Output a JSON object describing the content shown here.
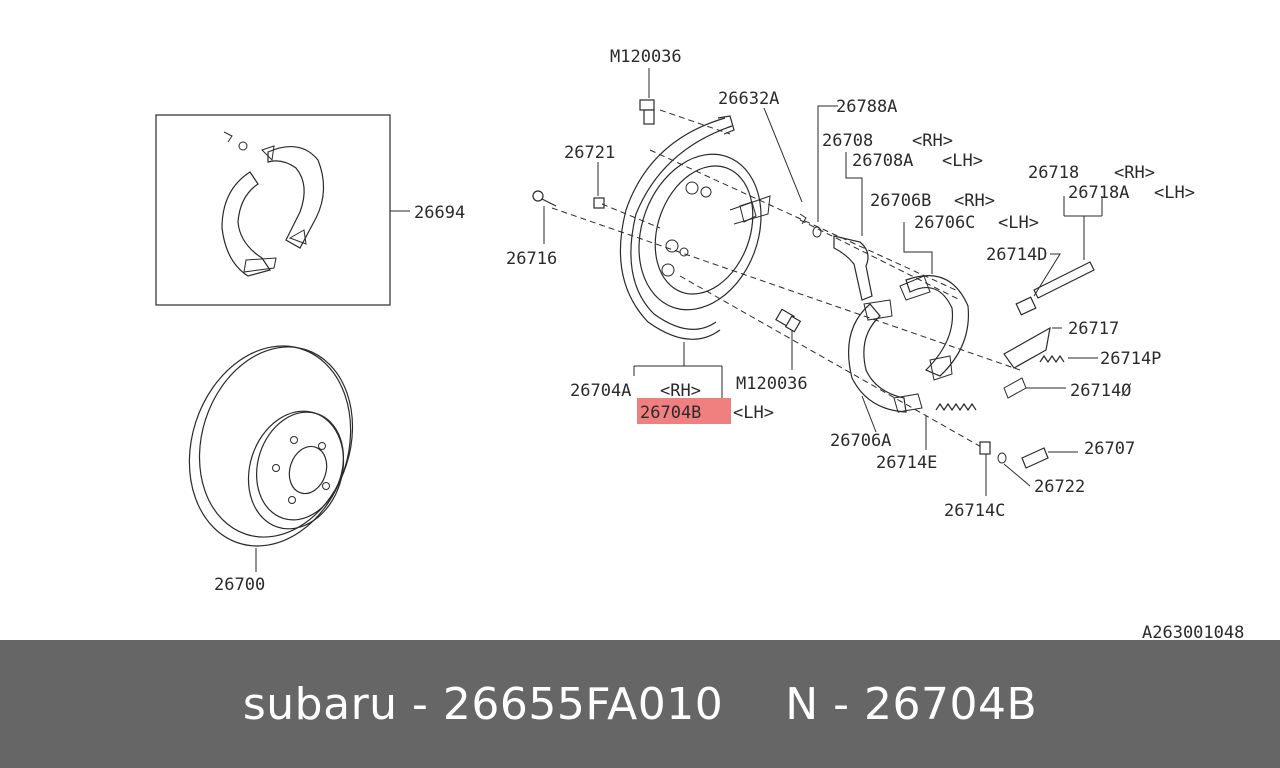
{
  "labels": {
    "m120036_top": "M120036",
    "p26632a": "26632A",
    "p26788a": "26788A",
    "p26708": "26708",
    "rh1": "<RH>",
    "p26708a": "26708A",
    "lh1": "<LH>",
    "p26721": "26721",
    "p26694": "26694",
    "p26716": "26716",
    "p26706b": "26706B",
    "rh2": "<RH>",
    "p26706c": "26706C",
    "lh2": "<LH>",
    "p26718": "26718",
    "rh3": "<RH>",
    "p26718a": "26718A",
    "lh3": "<LH>",
    "p26714d": "26714D",
    "p26717": "26717",
    "p26714p": "26714P",
    "p26714o": "26714Ø",
    "p26704a": "26704A",
    "rh4": "<RH>",
    "m120036_mid": "M120036",
    "p26704b": "26704B",
    "lh4": "<LH>",
    "p26706a": "26706A",
    "p26714e": "26714E",
    "p26707": "26707",
    "p26722": "26722",
    "p26714c": "26714C",
    "p26700": "26700",
    "catalog_ref": "A263001048"
  },
  "highlight_color": "#f08080",
  "footer": {
    "brand_part": "subaru - 26655FA010",
    "ref_part": "N - 26704B"
  }
}
